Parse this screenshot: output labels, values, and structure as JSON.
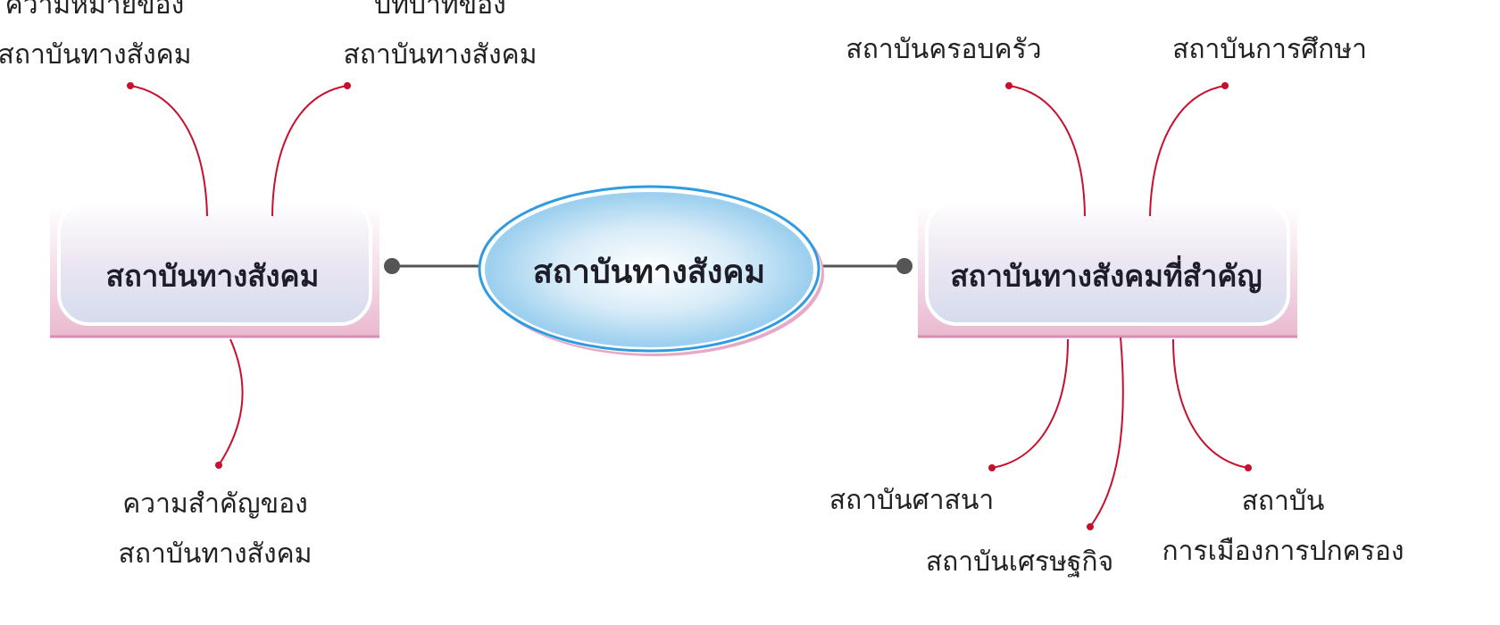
{
  "center": {
    "title": "สถาบันทางสังคม"
  },
  "left_node": {
    "title": "สถาบันทางสังคม",
    "children": [
      {
        "line1": "ความหมายของ",
        "line2": "สถาบันทางสังคม"
      },
      {
        "line1": "บทบาทของ",
        "line2": "สถาบันทางสังคม"
      },
      {
        "line1": "ความสำคัญของ",
        "line2": "สถาบันทางสังคม"
      }
    ]
  },
  "right_node": {
    "title": "สถาบันทางสังคมที่สำคัญ",
    "children": [
      {
        "line1": "สถาบันครอบครัว"
      },
      {
        "line1": "สถาบันการศึกษา"
      },
      {
        "line1": "สถาบันศาสนา"
      },
      {
        "line1": "สถาบันเศรษฐกิจ"
      },
      {
        "line1": "สถาบัน",
        "line2": "การเมืองการปกครอง"
      }
    ]
  },
  "colors": {
    "connector": "#c8102e",
    "box_border": "#d98cb0",
    "ellipse_border": "#2f9be0"
  }
}
